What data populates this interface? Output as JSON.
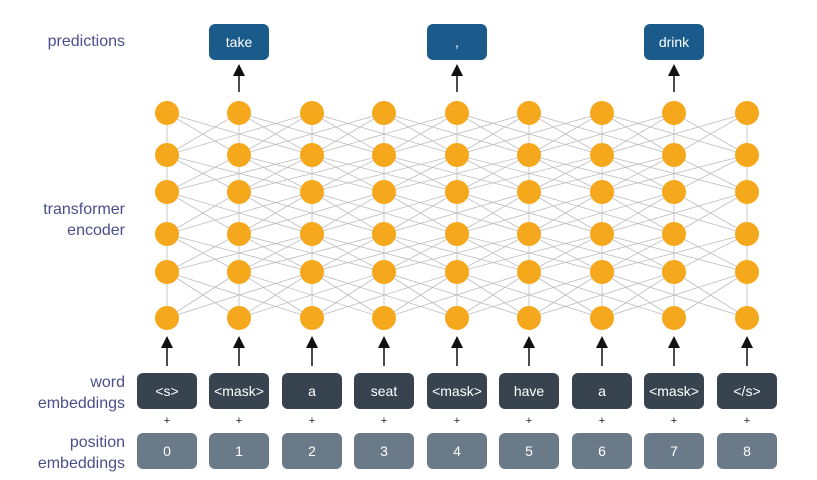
{
  "labels": {
    "predictions": "predictions",
    "encoder_line1": "transformer",
    "encoder_line2": "encoder",
    "word_line1": "word",
    "word_line2": "embeddings",
    "position_line1": "position",
    "position_line2": "embeddings"
  },
  "tokens": [
    "<s>",
    "<mask>",
    "a",
    "seat",
    "<mask>",
    "have",
    "a",
    "<mask>",
    "</s>"
  ],
  "positions": [
    "0",
    "1",
    "2",
    "3",
    "4",
    "5",
    "6",
    "7",
    "8"
  ],
  "plus_sign": "+",
  "predictions": [
    {
      "column": 1,
      "text": "take"
    },
    {
      "column": 4,
      "text": ","
    },
    {
      "column": 7,
      "text": "drink"
    }
  ],
  "encoder": {
    "layers": 6,
    "columns": 9
  },
  "colors": {
    "node": "#f5a81c",
    "edge": "#bdbdbd",
    "prediction_box": "#1a5b8c",
    "word_box": "#37444f",
    "position_box": "#6a7a88",
    "label_text": "#4a4f8c"
  }
}
